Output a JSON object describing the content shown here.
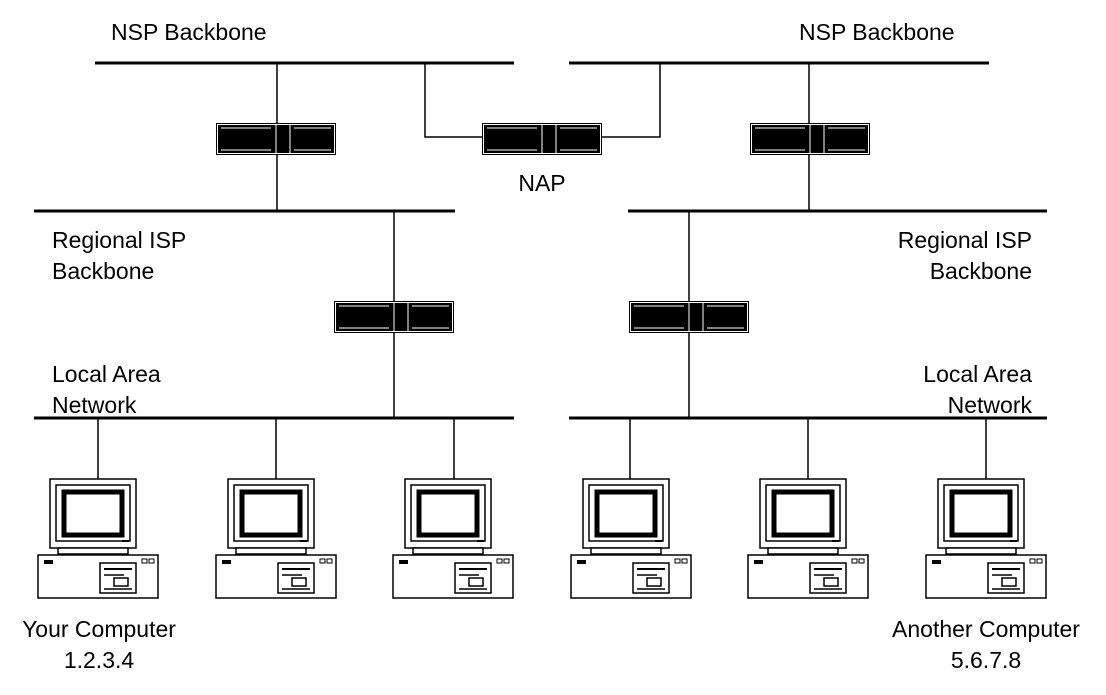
{
  "diagram": {
    "backbones": {
      "nsp_left": "NSP Backbone",
      "nsp_right": "NSP Backbone"
    },
    "nap": "NAP",
    "regional": {
      "left": [
        "Regional ISP",
        "Backbone"
      ],
      "right": [
        "Regional ISP",
        "Backbone"
      ]
    },
    "lan": {
      "left": [
        "Local Area",
        "Network"
      ],
      "right": [
        "Local Area",
        "Network"
      ]
    },
    "computers": {
      "your": {
        "label": "Your Computer",
        "ip": "1.2.3.4"
      },
      "another": {
        "label": "Another Computer",
        "ip": "5.6.7.8"
      }
    }
  },
  "colors": {
    "line": "#000000",
    "device": "#000000",
    "background": "#ffffff"
  },
  "icons": [
    "router-icon",
    "computer-icon"
  ]
}
